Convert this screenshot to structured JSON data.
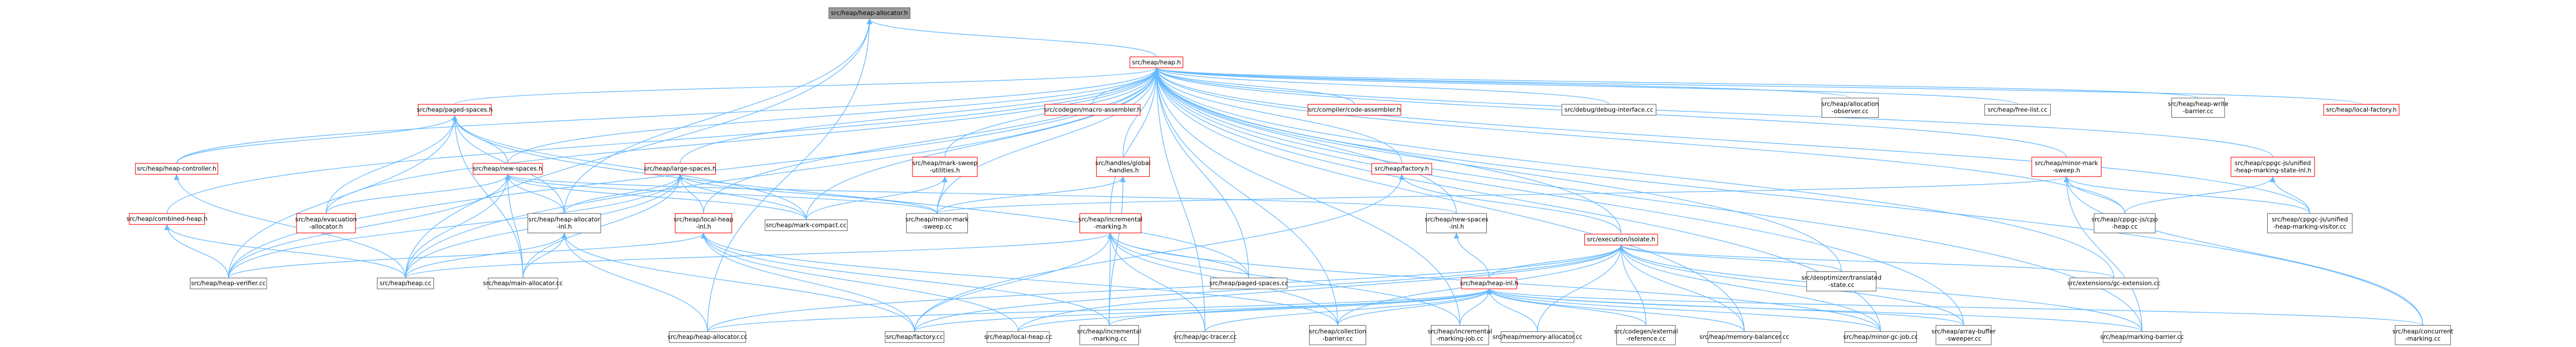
{
  "colors": {
    "edge": "#63b8ff",
    "root_fill": "#999999",
    "root_border": "#666666",
    "node_fill": "#ffffff",
    "node_border_linked": "#ff0000",
    "node_border_plain": "#666666"
  },
  "nodes": [
    {
      "id": "heap-allocator-h",
      "lines": [
        "src/heap/heap-allocator.h"
      ],
      "style": "root"
    },
    {
      "id": "heap-h",
      "lines": [
        "src/heap/heap.h"
      ],
      "style": "red"
    },
    {
      "id": "paged-spaces-h",
      "lines": [
        "src/heap/paged-spaces.h"
      ],
      "style": "red"
    },
    {
      "id": "codegen-macro-assembler-h",
      "lines": [
        "src/codegen/macro-assembler.h"
      ],
      "style": "red"
    },
    {
      "id": "compiler-code-assembler-h",
      "lines": [
        "src/compiler/code-assembler.h"
      ],
      "style": "red"
    },
    {
      "id": "debug-interface-cc",
      "lines": [
        "src/debug/debug-interface.cc"
      ],
      "style": "plain"
    },
    {
      "id": "allocation-observer-cc",
      "lines": [
        "src/heap/allocation",
        "-observer.cc"
      ],
      "style": "plain"
    },
    {
      "id": "free-list-cc",
      "lines": [
        "src/heap/free-list.cc"
      ],
      "style": "plain"
    },
    {
      "id": "heap-write-barrier-cc",
      "lines": [
        "src/heap/heap-write",
        "-barrier.cc"
      ],
      "style": "plain"
    },
    {
      "id": "local-factory-h",
      "lines": [
        "src/heap/local-factory.h"
      ],
      "style": "red"
    },
    {
      "id": "heap-controller-h",
      "lines": [
        "src/heap/heap-controller.h"
      ],
      "style": "red"
    },
    {
      "id": "new-spaces-h",
      "lines": [
        "src/heap/new-spaces.h"
      ],
      "style": "red"
    },
    {
      "id": "large-spaces-h",
      "lines": [
        "src/heap/large-spaces.h"
      ],
      "style": "red"
    },
    {
      "id": "mark-sweep-utilities-h",
      "lines": [
        "src/heap/mark-sweep",
        "-utilities.h"
      ],
      "style": "red"
    },
    {
      "id": "handles-global-handles-h",
      "lines": [
        "src/handles/global",
        "-handles.h"
      ],
      "style": "red"
    },
    {
      "id": "factory-h",
      "lines": [
        "src/heap/factory.h"
      ],
      "style": "red"
    },
    {
      "id": "minor-mark-sweep-h",
      "lines": [
        "src/heap/minor-mark",
        "-sweep.h"
      ],
      "style": "red"
    },
    {
      "id": "cppgc-unified-state-inl-h",
      "lines": [
        "src/heap/cppgc-js/unified",
        "-heap-marking-state-inl.h"
      ],
      "style": "red"
    },
    {
      "id": "combined-heap-h",
      "lines": [
        "src/heap/combined-heap.h"
      ],
      "style": "red"
    },
    {
      "id": "evacuation-allocator-h",
      "lines": [
        "src/heap/evacuation",
        "-allocator.h"
      ],
      "style": "red"
    },
    {
      "id": "heap-allocator-inl-h",
      "lines": [
        "src/heap/heap-allocator",
        "-inl.h"
      ],
      "style": "plain"
    },
    {
      "id": "local-heap-inl-h",
      "lines": [
        "src/heap/local-heap",
        "-inl.h"
      ],
      "style": "red"
    },
    {
      "id": "mark-compact-cc",
      "lines": [
        "src/heap/mark-compact.cc"
      ],
      "style": "plain"
    },
    {
      "id": "minor-mark-sweep-cc",
      "lines": [
        "src/heap/minor-mark",
        "-sweep.cc"
      ],
      "style": "plain"
    },
    {
      "id": "incremental-marking-h",
      "lines": [
        "src/heap/incremental",
        "-marking.h"
      ],
      "style": "red"
    },
    {
      "id": "new-spaces-inl-h",
      "lines": [
        "src/heap/new-spaces",
        "-inl.h"
      ],
      "style": "plain"
    },
    {
      "id": "execution-isolate-h",
      "lines": [
        "src/execution/isolate.h"
      ],
      "style": "red"
    },
    {
      "id": "cppgc-js-cpp-heap-cc",
      "lines": [
        "src/heap/cppgc-js/cpp",
        "-heap.cc"
      ],
      "style": "plain"
    },
    {
      "id": "cppgc-unified-visitor-cc",
      "lines": [
        "src/heap/cppgc-js/unified",
        "-heap-marking-visitor.cc"
      ],
      "style": "plain"
    },
    {
      "id": "heap-verifier-cc",
      "lines": [
        "src/heap/heap-verifier.cc"
      ],
      "style": "plain"
    },
    {
      "id": "heap-cc",
      "lines": [
        "src/heap/heap.cc"
      ],
      "style": "plain"
    },
    {
      "id": "main-allocator-cc",
      "lines": [
        "src/heap/main-allocator.cc"
      ],
      "style": "plain"
    },
    {
      "id": "paged-spaces-cc",
      "lines": [
        "src/heap/paged-spaces.cc"
      ],
      "style": "plain"
    },
    {
      "id": "heap-inl-h",
      "lines": [
        "src/heap/heap-inl.h"
      ],
      "style": "red"
    },
    {
      "id": "deoptimizer-translated-state-cc",
      "lines": [
        "src/deoptimizer/translated",
        "-state.cc"
      ],
      "style": "plain"
    },
    {
      "id": "extensions-gc-extension-cc",
      "lines": [
        "src/extensions/gc-extension.cc"
      ],
      "style": "plain"
    },
    {
      "id": "heap-allocator-cc",
      "lines": [
        "src/heap/heap-allocator.cc"
      ],
      "style": "plain"
    },
    {
      "id": "factory-cc",
      "lines": [
        "src/heap/factory.cc"
      ],
      "style": "plain"
    },
    {
      "id": "local-heap-cc",
      "lines": [
        "src/heap/local-heap.cc"
      ],
      "style": "plain"
    },
    {
      "id": "incremental-marking-cc",
      "lines": [
        "src/heap/incremental",
        "-marking.cc"
      ],
      "style": "plain"
    },
    {
      "id": "gc-tracer-cc",
      "lines": [
        "src/heap/gc-tracer.cc"
      ],
      "style": "plain"
    },
    {
      "id": "collection-barrier-cc",
      "lines": [
        "src/heap/collection",
        "-barrier.cc"
      ],
      "style": "plain"
    },
    {
      "id": "incremental-marking-job-cc",
      "lines": [
        "src/heap/incremental",
        "-marking-job.cc"
      ],
      "style": "plain"
    },
    {
      "id": "memory-allocator-cc",
      "lines": [
        "src/heap/memory-allocator.cc"
      ],
      "style": "plain"
    },
    {
      "id": "codegen-external-reference-cc",
      "lines": [
        "src/codegen/external",
        "-reference.cc"
      ],
      "style": "plain"
    },
    {
      "id": "memory-balancer-cc",
      "lines": [
        "src/heap/memory-balancer.cc"
      ],
      "style": "plain"
    },
    {
      "id": "minor-gc-job-cc",
      "lines": [
        "src/heap/minor-gc-job.cc"
      ],
      "style": "plain"
    },
    {
      "id": "array-buffer-sweeper-cc",
      "lines": [
        "src/heap/array-buffer",
        "-sweeper.cc"
      ],
      "style": "plain"
    },
    {
      "id": "marking-barrier-cc",
      "lines": [
        "src/heap/marking-barrier.cc"
      ],
      "style": "plain"
    },
    {
      "id": "concurrent-marking-cc",
      "lines": [
        "src/heap/concurrent",
        "-marking.cc"
      ],
      "style": "plain"
    }
  ],
  "edges": [
    [
      "heap-allocator-h",
      "heap-h"
    ],
    [
      "heap-allocator-h",
      "heap-allocator-inl-h"
    ],
    [
      "heap-allocator-h",
      "heap-allocator-cc"
    ],
    [
      "heap-allocator-h",
      "heap-cc"
    ],
    [
      "heap-h",
      "paged-spaces-h"
    ],
    [
      "heap-h",
      "codegen-macro-assembler-h"
    ],
    [
      "heap-h",
      "compiler-code-assembler-h"
    ],
    [
      "heap-h",
      "debug-interface-cc"
    ],
    [
      "heap-h",
      "allocation-observer-cc"
    ],
    [
      "heap-h",
      "free-list-cc"
    ],
    [
      "heap-h",
      "heap-write-barrier-cc"
    ],
    [
      "heap-h",
      "local-factory-h"
    ],
    [
      "heap-h",
      "heap-controller-h"
    ],
    [
      "heap-h",
      "new-spaces-h"
    ],
    [
      "heap-h",
      "large-spaces-h"
    ],
    [
      "heap-h",
      "mark-sweep-utilities-h"
    ],
    [
      "heap-h",
      "handles-global-handles-h"
    ],
    [
      "heap-h",
      "factory-h"
    ],
    [
      "heap-h",
      "minor-mark-sweep-h"
    ],
    [
      "heap-h",
      "cppgc-unified-state-inl-h"
    ],
    [
      "heap-h",
      "combined-heap-h"
    ],
    [
      "heap-h",
      "evacuation-allocator-h"
    ],
    [
      "heap-h",
      "local-heap-inl-h"
    ],
    [
      "heap-h",
      "incremental-marking-h"
    ],
    [
      "heap-h",
      "new-spaces-inl-h"
    ],
    [
      "heap-h",
      "execution-isolate-h"
    ],
    [
      "heap-h",
      "cppgc-js-cpp-heap-cc"
    ],
    [
      "heap-h",
      "cppgc-unified-visitor-cc"
    ],
    [
      "heap-h",
      "heap-verifier-cc"
    ],
    [
      "heap-h",
      "heap-cc"
    ],
    [
      "heap-h",
      "paged-spaces-cc"
    ],
    [
      "heap-h",
      "deoptimizer-translated-state-cc"
    ],
    [
      "heap-h",
      "extensions-gc-extension-cc"
    ],
    [
      "heap-h",
      "collection-barrier-cc"
    ],
    [
      "heap-h",
      "incremental-marking-job-cc"
    ],
    [
      "heap-h",
      "memory-balancer-cc"
    ],
    [
      "heap-h",
      "minor-gc-job-cc"
    ],
    [
      "heap-h",
      "array-buffer-sweeper-cc"
    ],
    [
      "heap-h",
      "marking-barrier-cc"
    ],
    [
      "heap-h",
      "concurrent-marking-cc"
    ],
    [
      "heap-h",
      "mark-compact-cc"
    ],
    [
      "heap-h",
      "minor-mark-sweep-cc"
    ],
    [
      "heap-h",
      "gc-tracer-cc"
    ],
    [
      "paged-spaces-h",
      "heap-controller-h"
    ],
    [
      "paged-spaces-h",
      "new-spaces-h"
    ],
    [
      "paged-spaces-h",
      "evacuation-allocator-h"
    ],
    [
      "paged-spaces-h",
      "heap-allocator-inl-h"
    ],
    [
      "paged-spaces-h",
      "heap-verifier-cc"
    ],
    [
      "paged-spaces-h",
      "main-allocator-cc"
    ],
    [
      "paged-spaces-h",
      "paged-spaces-cc"
    ],
    [
      "paged-spaces-h",
      "mark-compact-cc"
    ],
    [
      "heap-controller-h",
      "heap-cc"
    ],
    [
      "new-spaces-h",
      "evacuation-allocator-h"
    ],
    [
      "new-spaces-h",
      "heap-allocator-inl-h"
    ],
    [
      "new-spaces-h",
      "new-spaces-inl-h"
    ],
    [
      "new-spaces-h",
      "heap-verifier-cc"
    ],
    [
      "new-spaces-h",
      "heap-cc"
    ],
    [
      "new-spaces-h",
      "main-allocator-cc"
    ],
    [
      "new-spaces-h",
      "mark-compact-cc"
    ],
    [
      "new-spaces-h",
      "minor-mark-sweep-cc"
    ],
    [
      "large-spaces-h",
      "heap-allocator-inl-h"
    ],
    [
      "large-spaces-h",
      "local-heap-inl-h"
    ],
    [
      "large-spaces-h",
      "heap-verifier-cc"
    ],
    [
      "large-spaces-h",
      "heap-cc"
    ],
    [
      "large-spaces-h",
      "main-allocator-cc"
    ],
    [
      "large-spaces-h",
      "mark-compact-cc"
    ],
    [
      "large-spaces-h",
      "minor-mark-sweep-cc"
    ],
    [
      "mark-sweep-utilities-h",
      "mark-compact-cc"
    ],
    [
      "mark-sweep-utilities-h",
      "minor-mark-sweep-cc"
    ],
    [
      "handles-global-handles-h",
      "minor-mark-sweep-cc"
    ],
    [
      "handles-global-handles-h",
      "incremental-marking-cc"
    ],
    [
      "factory-h",
      "execution-isolate-h"
    ],
    [
      "factory-h",
      "factory-cc"
    ],
    [
      "minor-mark-sweep-h",
      "cppgc-js-cpp-heap-cc"
    ],
    [
      "minor-mark-sweep-h",
      "cppgc-unified-visitor-cc"
    ],
    [
      "minor-mark-sweep-h",
      "minor-mark-sweep-cc"
    ],
    [
      "minor-mark-sweep-h",
      "marking-barrier-cc"
    ],
    [
      "minor-mark-sweep-h",
      "concurrent-marking-cc"
    ],
    [
      "cppgc-unified-state-inl-h",
      "cppgc-js-cpp-heap-cc"
    ],
    [
      "cppgc-unified-state-inl-h",
      "cppgc-unified-visitor-cc"
    ],
    [
      "combined-heap-h",
      "heap-verifier-cc"
    ],
    [
      "combined-heap-h",
      "heap-cc"
    ],
    [
      "heap-allocator-inl-h",
      "heap-allocator-cc"
    ],
    [
      "heap-allocator-inl-h",
      "heap-cc"
    ],
    [
      "heap-allocator-inl-h",
      "main-allocator-cc"
    ],
    [
      "heap-allocator-inl-h",
      "factory-cc"
    ],
    [
      "local-heap-inl-h",
      "heap-verifier-cc"
    ],
    [
      "local-heap-inl-h",
      "factory-cc"
    ],
    [
      "local-heap-inl-h",
      "local-heap-cc"
    ],
    [
      "local-heap-inl-h",
      "incremental-marking-cc"
    ],
    [
      "local-heap-inl-h",
      "collection-barrier-cc"
    ],
    [
      "incremental-marking-h",
      "heap-cc"
    ],
    [
      "incremental-marking-h",
      "paged-spaces-cc"
    ],
    [
      "incremental-marking-h",
      "factory-cc"
    ],
    [
      "incremental-marking-h",
      "incremental-marking-cc"
    ],
    [
      "incremental-marking-h",
      "gc-tracer-cc"
    ],
    [
      "incremental-marking-h",
      "collection-barrier-cc"
    ],
    [
      "incremental-marking-h",
      "incremental-marking-job-cc"
    ],
    [
      "incremental-marking-h",
      "minor-gc-job-cc"
    ],
    [
      "new-spaces-inl-h",
      "heap-inl-h"
    ],
    [
      "execution-isolate-h",
      "heap-inl-h"
    ],
    [
      "execution-isolate-h",
      "deoptimizer-translated-state-cc"
    ],
    [
      "execution-isolate-h",
      "extensions-gc-extension-cc"
    ],
    [
      "execution-isolate-h",
      "heap-allocator-cc"
    ],
    [
      "execution-isolate-h",
      "factory-cc"
    ],
    [
      "execution-isolate-h",
      "local-heap-cc"
    ],
    [
      "execution-isolate-h",
      "collection-barrier-cc"
    ],
    [
      "execution-isolate-h",
      "memory-allocator-cc"
    ],
    [
      "execution-isolate-h",
      "codegen-external-reference-cc"
    ],
    [
      "execution-isolate-h",
      "memory-balancer-cc"
    ],
    [
      "execution-isolate-h",
      "minor-gc-job-cc"
    ],
    [
      "execution-isolate-h",
      "array-buffer-sweeper-cc"
    ],
    [
      "execution-isolate-h",
      "marking-barrier-cc"
    ],
    [
      "heap-inl-h",
      "heap-allocator-cc"
    ],
    [
      "heap-inl-h",
      "factory-cc"
    ],
    [
      "heap-inl-h",
      "local-heap-cc"
    ],
    [
      "heap-inl-h",
      "incremental-marking-cc"
    ],
    [
      "heap-inl-h",
      "gc-tracer-cc"
    ],
    [
      "heap-inl-h",
      "collection-barrier-cc"
    ],
    [
      "heap-inl-h",
      "incremental-marking-job-cc"
    ],
    [
      "heap-inl-h",
      "memory-allocator-cc"
    ],
    [
      "heap-inl-h",
      "codegen-external-reference-cc"
    ],
    [
      "heap-inl-h",
      "memory-balancer-cc"
    ],
    [
      "heap-inl-h",
      "minor-gc-job-cc"
    ],
    [
      "heap-inl-h",
      "array-buffer-sweeper-cc"
    ],
    [
      "heap-inl-h",
      "marking-barrier-cc"
    ],
    [
      "heap-inl-h",
      "concurrent-marking-cc"
    ]
  ]
}
